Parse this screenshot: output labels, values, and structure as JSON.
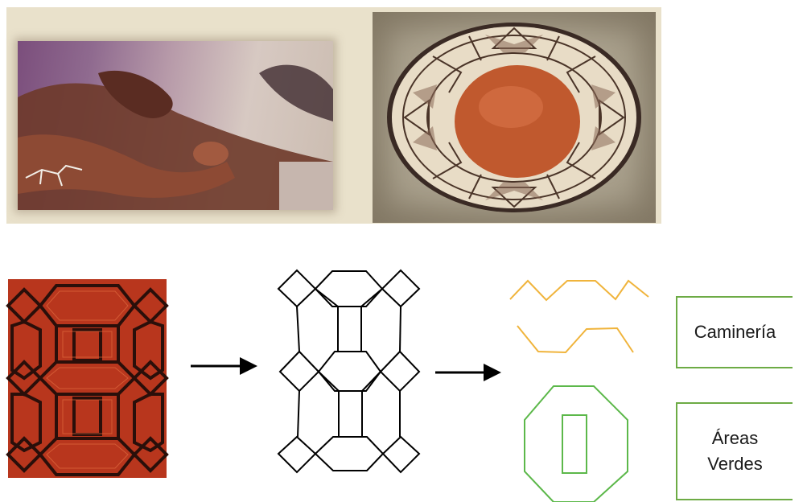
{
  "labels": {
    "path_label": "Caminería",
    "green_line1": "Áreas",
    "green_line2": "Verdes"
  },
  "colors": {
    "path_color": "#f0b43c",
    "green_color": "#5cb84a",
    "box_border": "#6dab45",
    "textile_red": "#b8361d",
    "textile_dark": "#2a0f0a",
    "strip_bg": "#e9e1cb"
  },
  "images": {
    "hands": "hands-painting-pottery-photo",
    "bowl": "decorated-ceramic-bowl-photo",
    "textile": "red-geometric-textile-photo"
  }
}
